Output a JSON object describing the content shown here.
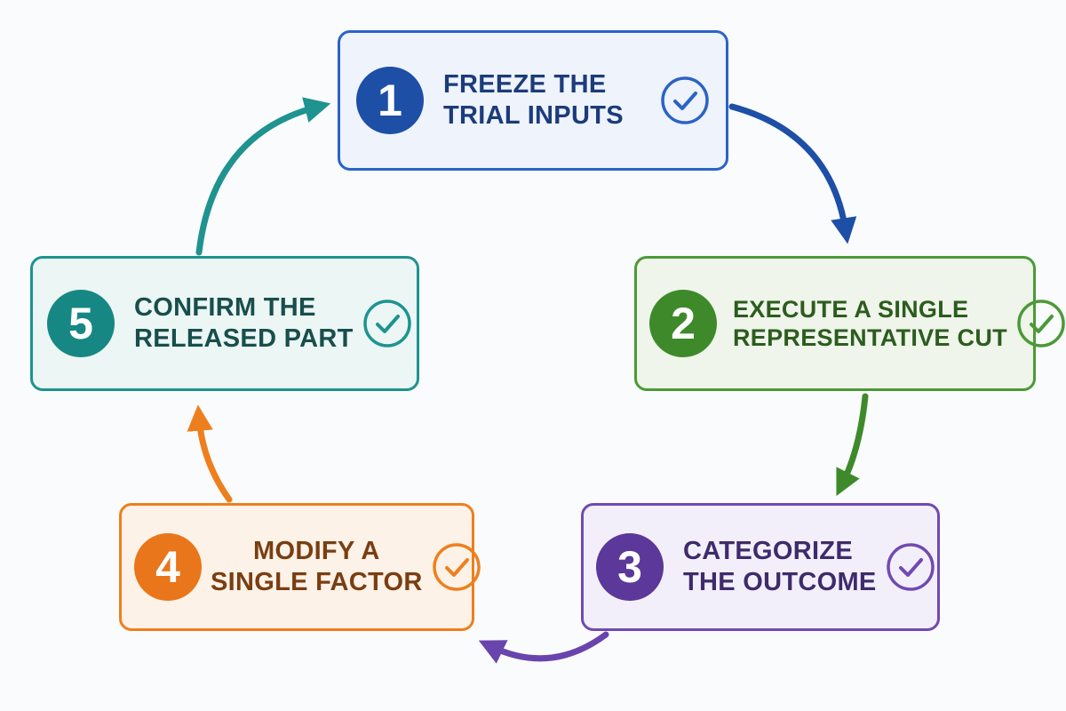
{
  "steps": [
    {
      "number": "1",
      "line1": "FREEZE THE",
      "line2": "TRIAL INPUTS",
      "color": "#2b63c6",
      "icon": "check-circle-icon"
    },
    {
      "number": "2",
      "line1": "EXECUTE A SINGLE",
      "line2": "REPRESENTATIVE CUT",
      "color": "#4b9a37",
      "icon": "check-circle-icon"
    },
    {
      "number": "3",
      "line1": "CATEGORIZE",
      "line2": "THE OUTCOME",
      "color": "#7149b3",
      "icon": "check-circle-icon"
    },
    {
      "number": "4",
      "line1": "MODIFY A",
      "line2": "SINGLE FACTOR",
      "color": "#ee7f1e",
      "icon": "check-circle-icon"
    },
    {
      "number": "5",
      "line1": "CONFIRM THE",
      "line2": "RELEASED PART",
      "color": "#1e9390",
      "icon": "check-circle-icon"
    }
  ],
  "arrows": [
    {
      "from": "1",
      "to": "2",
      "color": "#1d4fa6"
    },
    {
      "from": "2",
      "to": "3",
      "color": "#3e8a2a"
    },
    {
      "from": "3",
      "to": "4",
      "color": "#6a44ad"
    },
    {
      "from": "4",
      "to": "5",
      "color": "#ee7f1e"
    },
    {
      "from": "5",
      "to": "1",
      "color": "#1e9390"
    }
  ]
}
